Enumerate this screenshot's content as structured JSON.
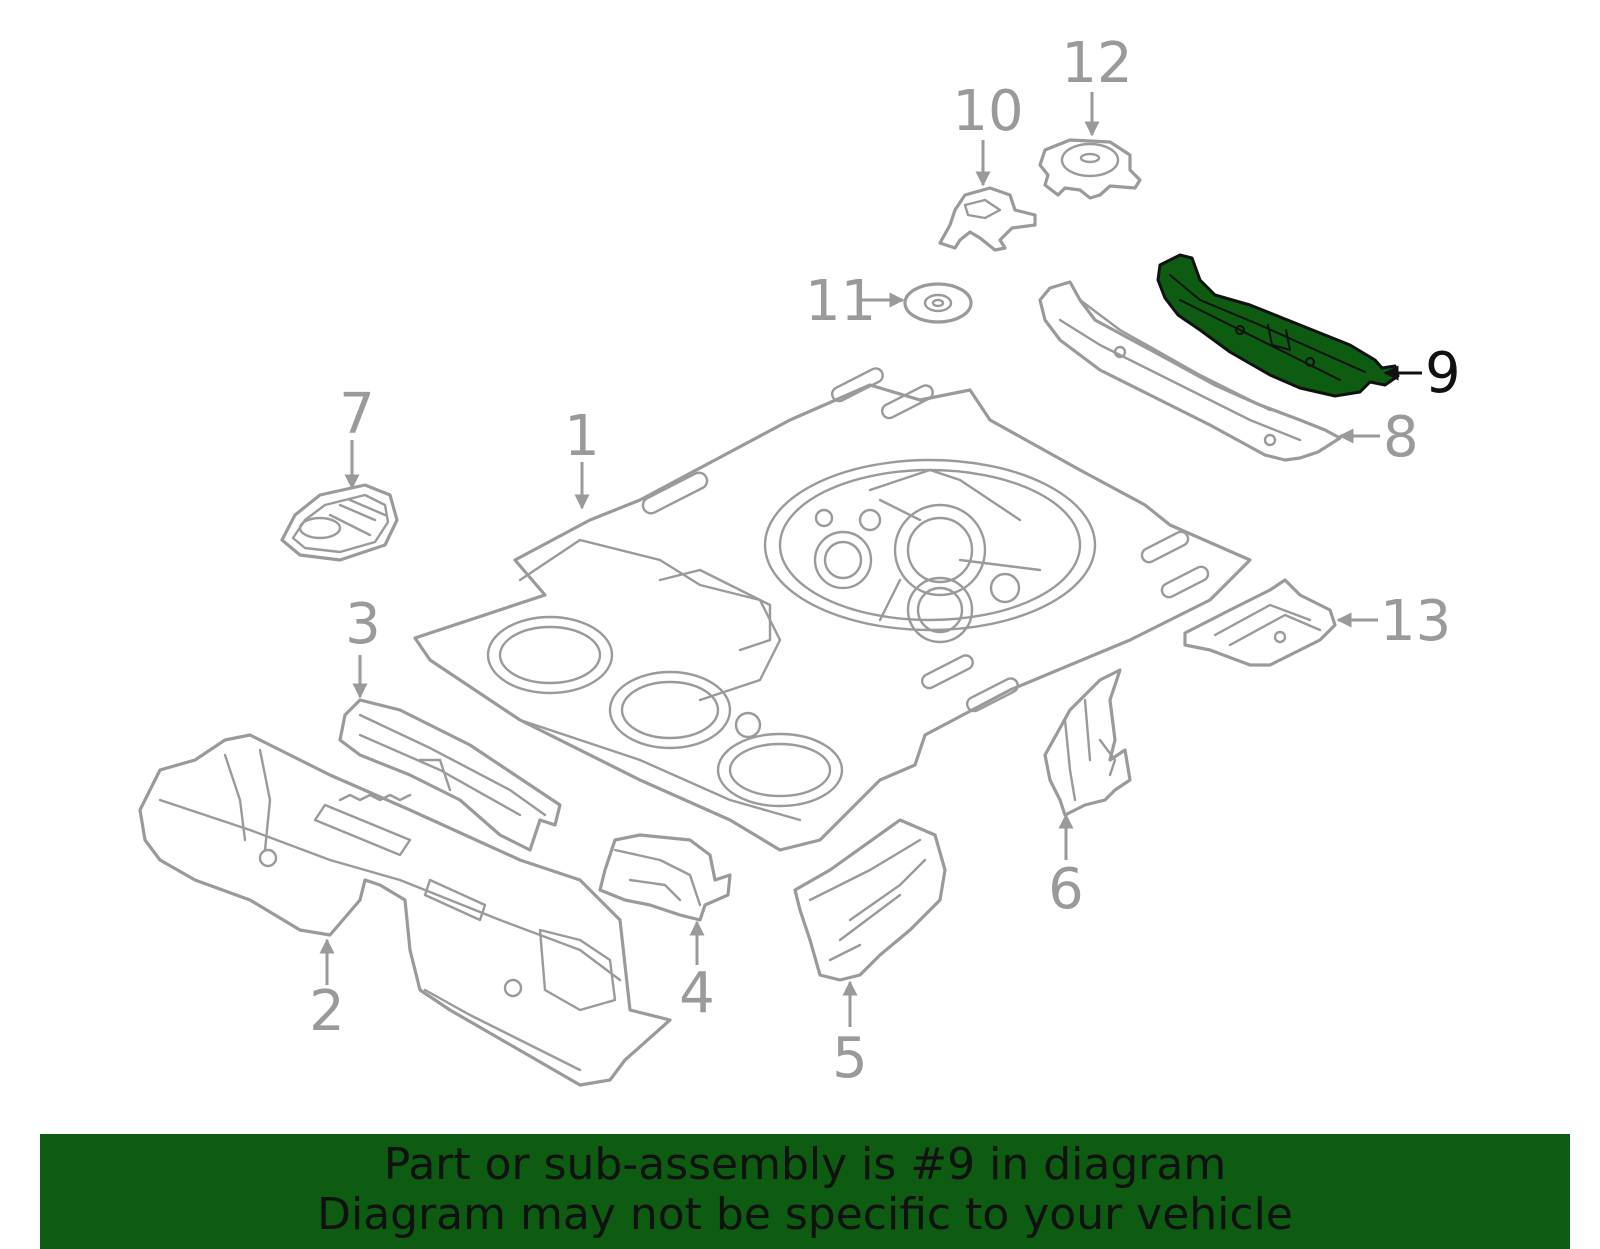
{
  "diagram": {
    "highlight_color": "#0d5c12",
    "part_color": "#9a9a9a",
    "callouts": [
      {
        "id": "1",
        "label": "1"
      },
      {
        "id": "2",
        "label": "2"
      },
      {
        "id": "3",
        "label": "3"
      },
      {
        "id": "4",
        "label": "4"
      },
      {
        "id": "5",
        "label": "5"
      },
      {
        "id": "6",
        "label": "6"
      },
      {
        "id": "7",
        "label": "7"
      },
      {
        "id": "8",
        "label": "8"
      },
      {
        "id": "9",
        "label": "9"
      },
      {
        "id": "10",
        "label": "10"
      },
      {
        "id": "11",
        "label": "11"
      },
      {
        "id": "12",
        "label": "12"
      },
      {
        "id": "13",
        "label": "13"
      }
    ]
  },
  "banner": {
    "background": "#0d5c12",
    "line1": "Part or sub-assembly is #9 in diagram",
    "line2": "Diagram may not be specific to your vehicle"
  }
}
